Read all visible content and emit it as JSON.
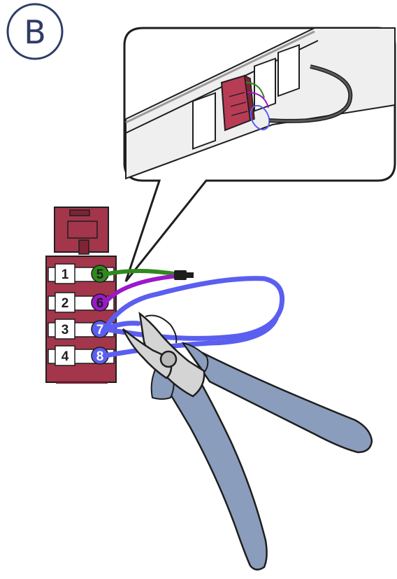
{
  "step": {
    "letter": "B"
  },
  "block": {
    "left_labels": [
      "1",
      "2",
      "3",
      "4"
    ],
    "right_labels": [
      "5",
      "6",
      "7",
      "8"
    ]
  },
  "colors": {
    "block": "#a3364b",
    "block_dark": "#7e2436",
    "outline": "#1e1e1e",
    "wire_green": "#2f8a1e",
    "wire_purple": "#9b19c9",
    "wire_blue": "#5a5ff0",
    "pliers_handle": "#8b9dbd",
    "pliers_metal": "#d4d4d4",
    "panel": "#efefef",
    "panel_shadow": "#c9c9c9",
    "accent": "#2f3c64"
  },
  "icons": [
    "pliers-icon",
    "modular-connector-icon",
    "wall-plate-icon"
  ]
}
